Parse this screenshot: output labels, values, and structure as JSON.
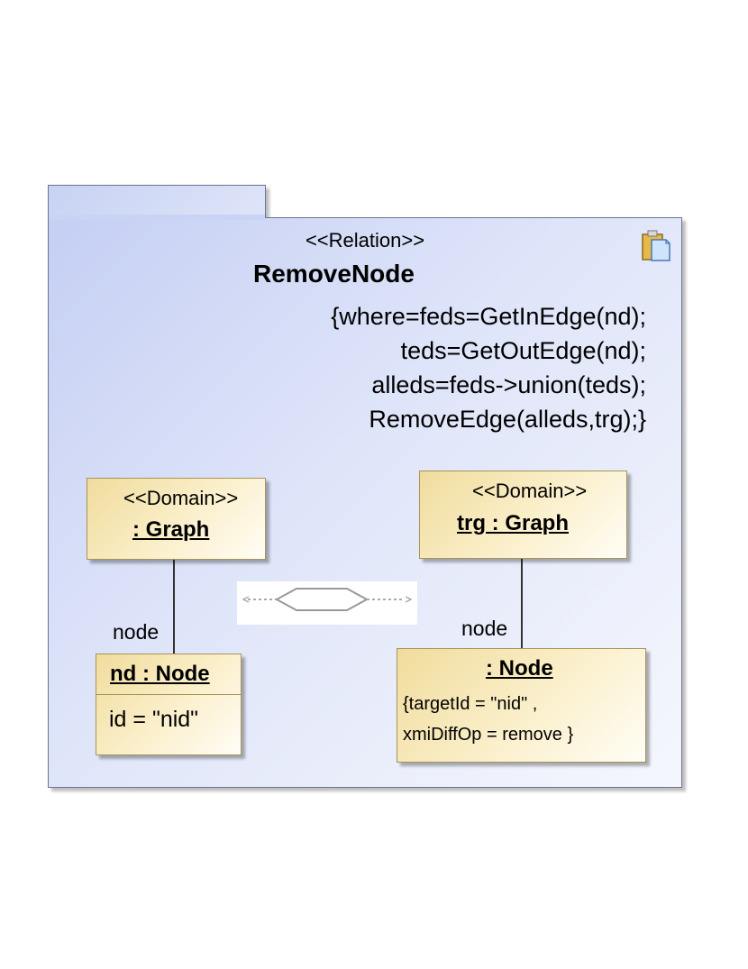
{
  "relation": {
    "stereotype": "<<Relation>>",
    "name": "RemoveNode",
    "constraint_lines": [
      "{where=feds=GetInEdge(nd);",
      "teds=GetOutEdge(nd);",
      "alleds=feds->union(teds);",
      "RemoveEdge(alleds,trg);}"
    ],
    "icon": "document-icon"
  },
  "left_domain": {
    "stereotype": "<<Domain>>",
    "name": ": Graph",
    "role": "node",
    "node": {
      "name": "nd : Node",
      "attribute": "id = \"nid\""
    }
  },
  "right_domain": {
    "stereotype": "<<Domain>>",
    "name": "trg : Graph",
    "role": "node",
    "node": {
      "name": ": Node",
      "constraint_line1": "{targetId = \"nid\"  ,",
      "constraint_line2": "xmiDiffOp = remove  }"
    }
  },
  "connector": {
    "icon": "hexagon-relation-icon"
  },
  "colors": {
    "package_fill": "#c9d3f3",
    "package_border": "#6b7390",
    "box_fill": "#f7e6b0",
    "box_border": "#a8935a"
  }
}
